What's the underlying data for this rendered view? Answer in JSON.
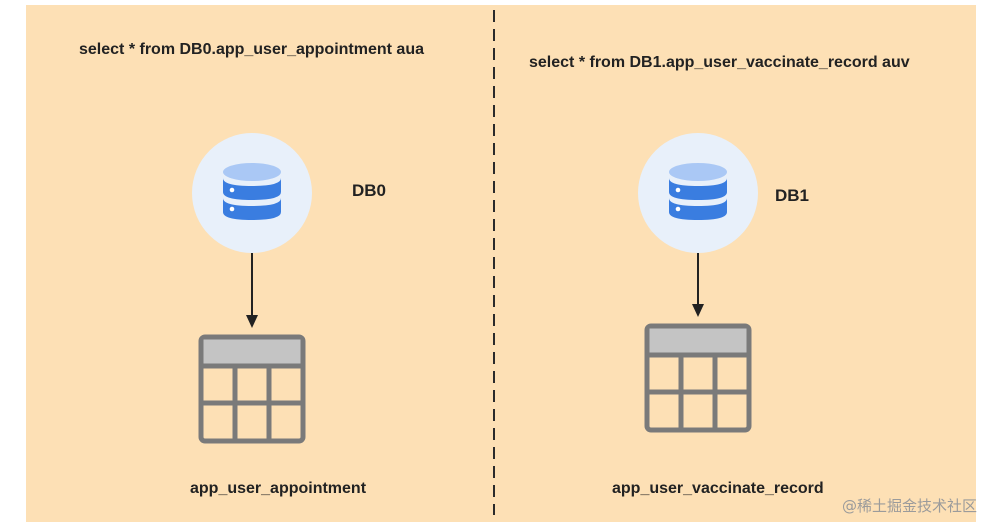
{
  "panel_color": "#fde0b5",
  "icon_circle_color": "#e8f0fa",
  "db_icon_color": "#3a7de0",
  "table_icon_color": "#7a7a7a",
  "table_header_color": "#c4c4c4",
  "left": {
    "query": "select * from DB0.app_user_appointment aua",
    "db_label": "DB0",
    "table_label": "app_user_appointment"
  },
  "right": {
    "query": "select * from DB1.app_user_vaccinate_record auv",
    "db_label": "DB1",
    "table_label": "app_user_vaccinate_record"
  },
  "watermark": "@稀土掘金技术社区"
}
